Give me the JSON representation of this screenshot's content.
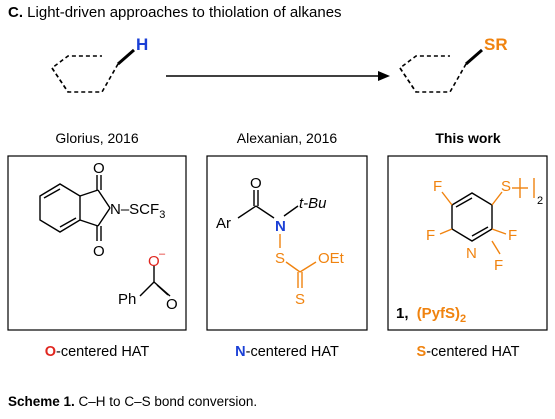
{
  "header": {
    "label_prefix": "C.",
    "title": "Light-driven approaches to thiolation of alkanes"
  },
  "reaction": {
    "reactant_atom": "H",
    "product_group": "SR"
  },
  "attributions": [
    "Glorius, 2016",
    "Alexanian, 2016",
    "This work"
  ],
  "panels": {
    "glorius": {
      "o_top": "O",
      "o_bottom": "O",
      "n_scf3": "N–SCF",
      "scf3_sub": "3",
      "anion_o": "O",
      "anion_charge": "–",
      "ph": "Ph",
      "carbonyl_o": "O"
    },
    "alexanian": {
      "o": "O",
      "ar": "Ar",
      "n": "N",
      "tbu": "t-Bu",
      "s1": "S",
      "oet": "OEt",
      "s2": "S"
    },
    "this_work": {
      "f_top": "F",
      "s": "S",
      "dimer_sub": "2",
      "f_left": "F",
      "f_right": "F",
      "n": "N",
      "f_bottom": "F",
      "compound_number": "1,",
      "compound_name": "(PyfS)",
      "compound_sub": "2"
    }
  },
  "hat_labels": [
    {
      "letter": "O",
      "rest": "-centered HAT"
    },
    {
      "letter": "N",
      "rest": "-centered HAT"
    },
    {
      "letter": "S",
      "rest": "-centered HAT"
    }
  ],
  "caption": {
    "bold": "Scheme 1.",
    "text": " C–H to C–S bond conversion."
  },
  "colors": {
    "accent_blue": "#1a3fd6",
    "accent_orange": "#f0830f",
    "accent_red": "#e0261f"
  }
}
